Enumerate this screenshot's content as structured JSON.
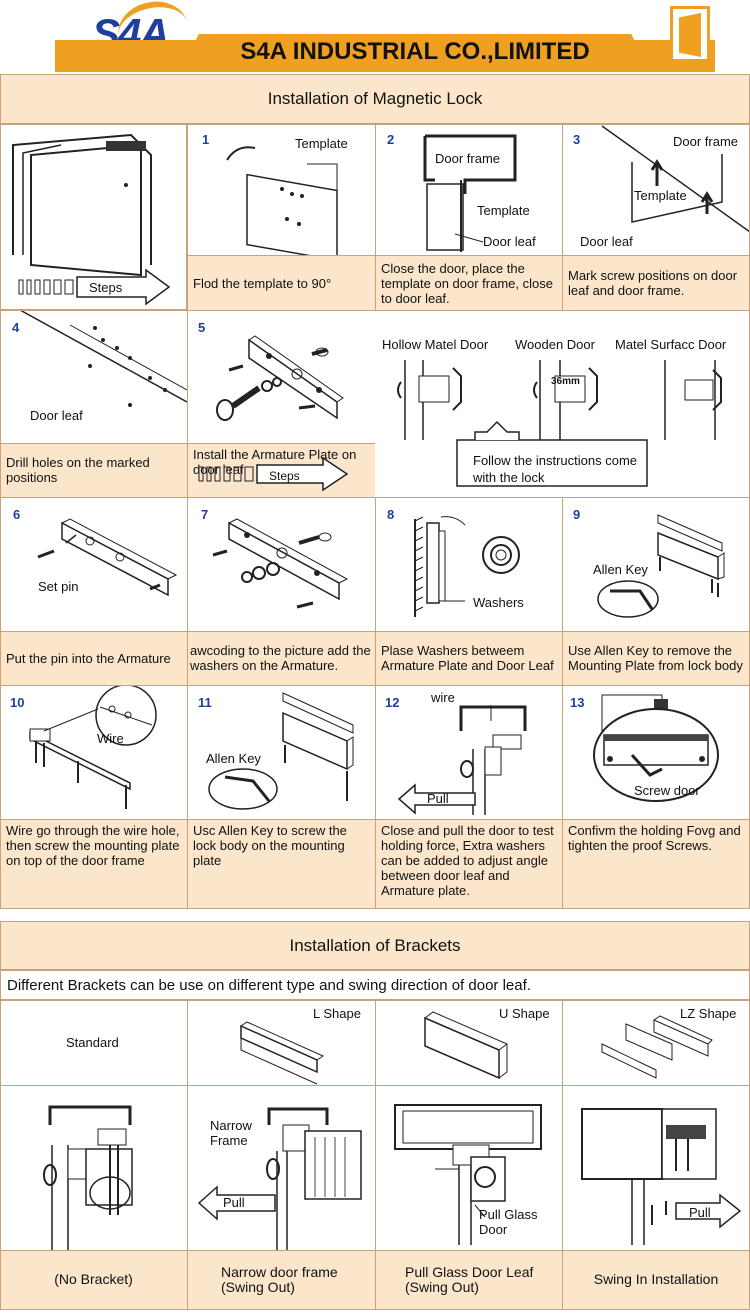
{
  "header": {
    "logo": "S4A",
    "company": "S4A INDUSTRIAL CO.,LIMITED"
  },
  "magnetic": {
    "title": "Installation of Magnetic Lock",
    "steps_label": "Steps",
    "row1": {
      "n1": "1",
      "n2": "2",
      "n3": "3",
      "template": "Template",
      "door_frame": "Door frame",
      "door_leaf": "Door leaf",
      "cap1": "Flod the template to 90°",
      "cap2": "Close the door, place the template on door frame, close to door leaf.",
      "cap3": "Mark screw positions on door leaf and door frame."
    },
    "row2": {
      "n4": "4",
      "n5": "5",
      "door_leaf": "Door leaf",
      "hollow": "Hollow Matel Door",
      "wooden": "Wooden Door",
      "surface": "Matel Surfacc Door",
      "mm": "36mm",
      "cap4": "Drill holes on the marked positions",
      "cap5": "Install the Armature Plate on door leaf",
      "follow": "Follow the instructions come with the lock"
    },
    "row3": {
      "n6": "6",
      "n7": "7",
      "n8": "8",
      "n9": "9",
      "set_pin": "Set pin",
      "washers": "Washers",
      "allen": "Allen Key",
      "cap6": "Put the pin into the Armature",
      "cap7": "awcoding to the picture add the washers on the Armature.",
      "cap8": "Plase Washers betweem Armature Plate and Door  Leaf",
      "cap9": "Use Allen Key to remove the Mounting Plate from lock body"
    },
    "row4": {
      "n10": "10",
      "n11": "11",
      "n12": "12",
      "n13": "13",
      "wire": "Wire",
      "wire2": "wire",
      "allen": "Allen Key",
      "pull": "Pull",
      "screw": "Screw door",
      "cap10": "Wire go through the wire hole, then screw the mounting plate on top of the door frame",
      "cap11": "Usc Allen Key to screw the lock body on the mounting plate",
      "cap12": "Close and pull the door to test holding force, Extra washers can be added to adjust angle between door leaf and Armature plate.",
      "cap13": "Confivm the holding Fovg and tighten the proof Screws."
    }
  },
  "brackets": {
    "title": "Installation of Brackets",
    "intro": "Different Brackets can be use on different type and swing direction of door leaf.",
    "types": [
      "Standard",
      "L Shape",
      "U Shape",
      "LZ Shape"
    ],
    "narrow": "Narrow Frame",
    "pull": "Pull",
    "pull_glass": "Pull Glass Door",
    "captions": [
      "(No Bracket)",
      "Narrow door frame (Swing Out)",
      "Pull Glass Door Leaf (Swing Out)",
      "Swing In Installation"
    ]
  },
  "colors": {
    "accent": "#f0a020",
    "brand": "#1f3f9e",
    "caption_bg": "#fbe6cc",
    "border": "#c8a27a"
  }
}
